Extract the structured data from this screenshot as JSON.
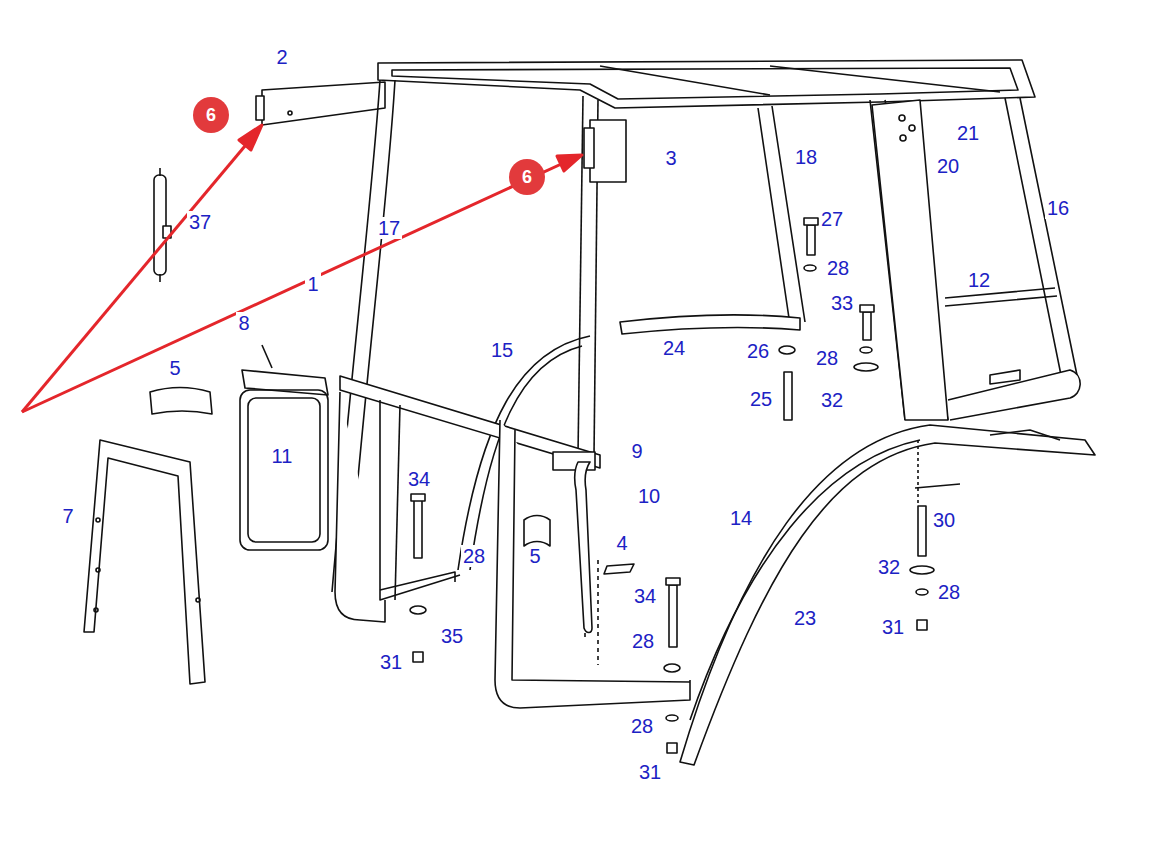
{
  "diagram": {
    "nodes": [
      {
        "text": [
          "6"
        ]
      },
      {
        "text": [
          "6"
        ]
      }
    ],
    "labels": [
      "2",
      "3",
      "18",
      "21",
      "20",
      "16",
      "37",
      "17",
      "27",
      "1",
      "28",
      "12",
      "8",
      "33",
      "15",
      "24",
      "26",
      "28",
      "5",
      "25",
      "32",
      "9",
      "11",
      "10",
      "34",
      "7",
      "14",
      "30",
      "4",
      "28",
      "5",
      "32",
      "28",
      "34",
      "23",
      "31",
      "35",
      "28",
      "31",
      "28",
      "31"
    ]
  }
}
